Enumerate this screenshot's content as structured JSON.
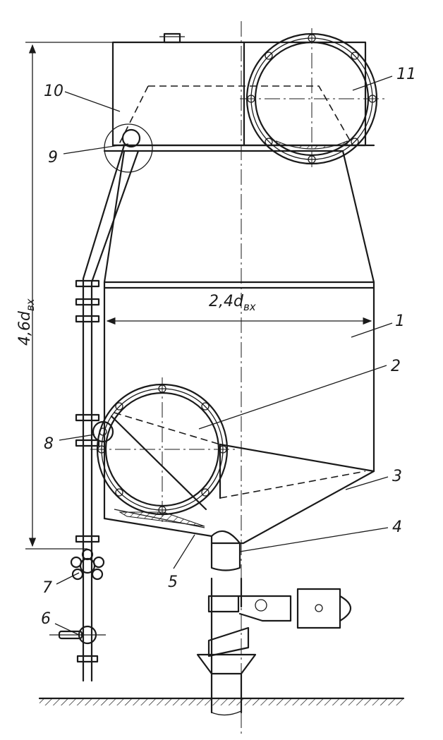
{
  "dimensions": {
    "height_label": "4,6d",
    "height_sub": "вх",
    "width_label": "2,4d",
    "width_sub": "вх"
  },
  "callouts": [
    {
      "id": "1",
      "text": "1"
    },
    {
      "id": "2",
      "text": "2"
    },
    {
      "id": "3",
      "text": "3"
    },
    {
      "id": "4",
      "text": "4"
    },
    {
      "id": "5",
      "text": "5"
    },
    {
      "id": "6",
      "text": "6"
    },
    {
      "id": "7",
      "text": "7"
    },
    {
      "id": "8",
      "text": "8"
    },
    {
      "id": "9",
      "text": "9"
    },
    {
      "id": "10",
      "text": "10"
    },
    {
      "id": "11",
      "text": "11"
    }
  ]
}
